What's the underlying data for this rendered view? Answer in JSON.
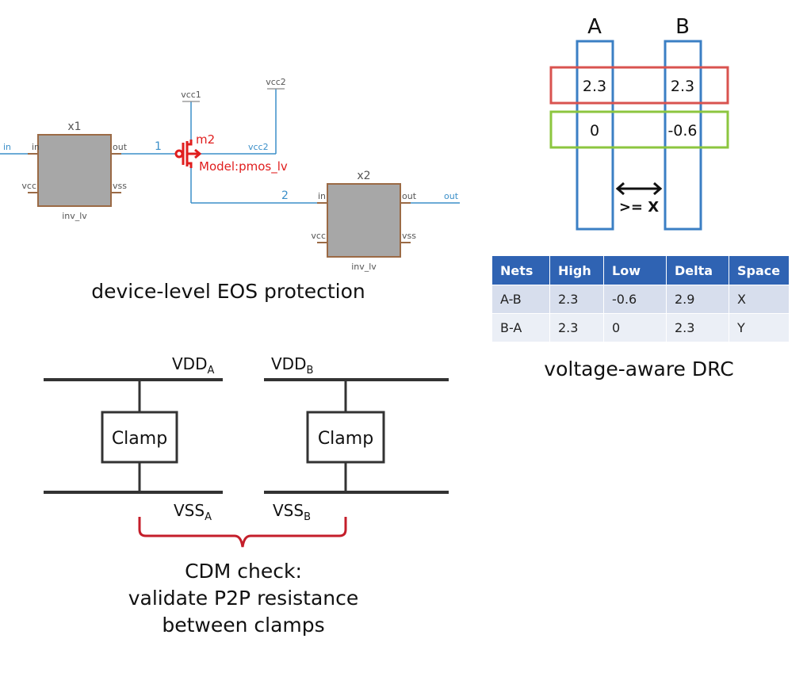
{
  "eos": {
    "caption": "device-level EOS protection",
    "x1": {
      "name": "x1",
      "type": "inv_lv",
      "pin_in": "in",
      "pin_out": "out",
      "pin_vcc": "vcc",
      "pin_vss": "vss"
    },
    "x2": {
      "name": "x2",
      "type": "inv_lv",
      "pin_in": "in",
      "pin_out": "out",
      "pin_vcc": "vcc",
      "pin_vss": "vss"
    },
    "left_net": "in",
    "net1": "1",
    "net2": "2",
    "out_net": "out",
    "vcc1": "vcc1",
    "vcc2_top": "vcc2",
    "vcc2_wire": "vcc2",
    "m2_name": "m2",
    "m2_model": "Model:pmos_lv"
  },
  "drc": {
    "caption": "voltage-aware DRC",
    "label_a": "A",
    "label_b": "B",
    "a_high": "2.3",
    "b_high": "2.3",
    "a_low": "0",
    "b_low": "-0.6",
    "spacing": ">= X",
    "colors": {
      "column": "#3b7fc4",
      "high": "#d9534f",
      "low": "#8cc63f"
    },
    "table": {
      "headers": [
        "Nets",
        "High",
        "Low",
        "Delta",
        "Space"
      ],
      "rows": [
        [
          "A-B",
          "2.3",
          "-0.6",
          "2.9",
          "X"
        ],
        [
          "B-A",
          "2.3",
          "0",
          "2.3",
          "Y"
        ]
      ]
    }
  },
  "cdm": {
    "vdd_a": "VDD",
    "vdd_a_sub": "A",
    "vdd_b": "VDD",
    "vdd_b_sub": "B",
    "vss_a": "VSS",
    "vss_a_sub": "A",
    "vss_b": "VSS",
    "vss_b_sub": "B",
    "clamp_a": "Clamp",
    "clamp_b": "Clamp",
    "caption_line1": "CDM check:",
    "caption_line2": "validate P2P resistance",
    "caption_line3": "between clamps"
  }
}
